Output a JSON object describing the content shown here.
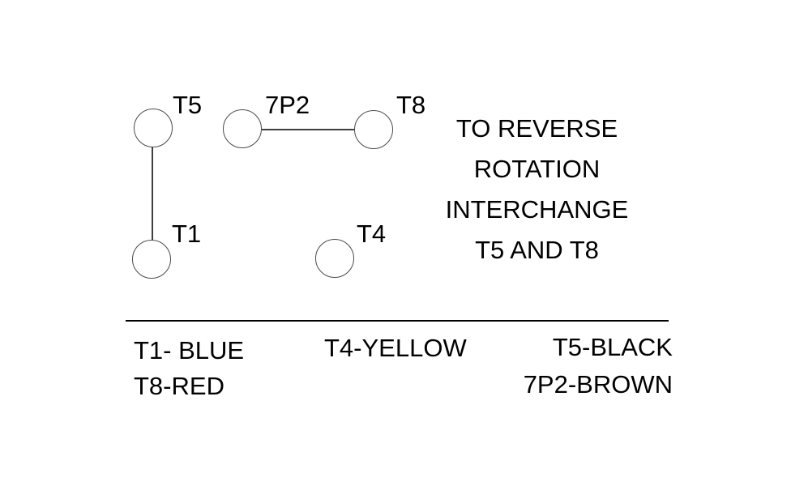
{
  "canvas": {
    "background_color": "#ffffff",
    "text_color": "#000000",
    "wire_color": "#3f3f3f"
  },
  "diagram": {
    "terminals": [
      {
        "id": "t5",
        "label": "T5"
      },
      {
        "id": "7p2",
        "label": "7P2"
      },
      {
        "id": "t8",
        "label": "T8"
      },
      {
        "id": "t1",
        "label": "T1"
      },
      {
        "id": "t4",
        "label": "T4"
      }
    ],
    "connections": [
      {
        "from": "T5",
        "to": "T1"
      },
      {
        "from": "7P2",
        "to": "T8"
      }
    ]
  },
  "instruction": {
    "lines": [
      "TO REVERSE",
      "ROTATION",
      "INTERCHANGE",
      "T5 AND T8"
    ]
  },
  "legend": {
    "entries": [
      {
        "terminal": "T1",
        "color_name": "BLUE",
        "label": "T1- BLUE"
      },
      {
        "terminal": "T4",
        "color_name": "YELLOW",
        "label": "T4-YELLOW"
      },
      {
        "terminal": "T5",
        "color_name": "BLACK",
        "label": "T5-BLACK"
      },
      {
        "terminal": "T8",
        "color_name": "RED",
        "label": "T8-RED"
      },
      {
        "terminal": "7P2",
        "color_name": "BROWN",
        "label": "7P2-BROWN"
      }
    ]
  }
}
